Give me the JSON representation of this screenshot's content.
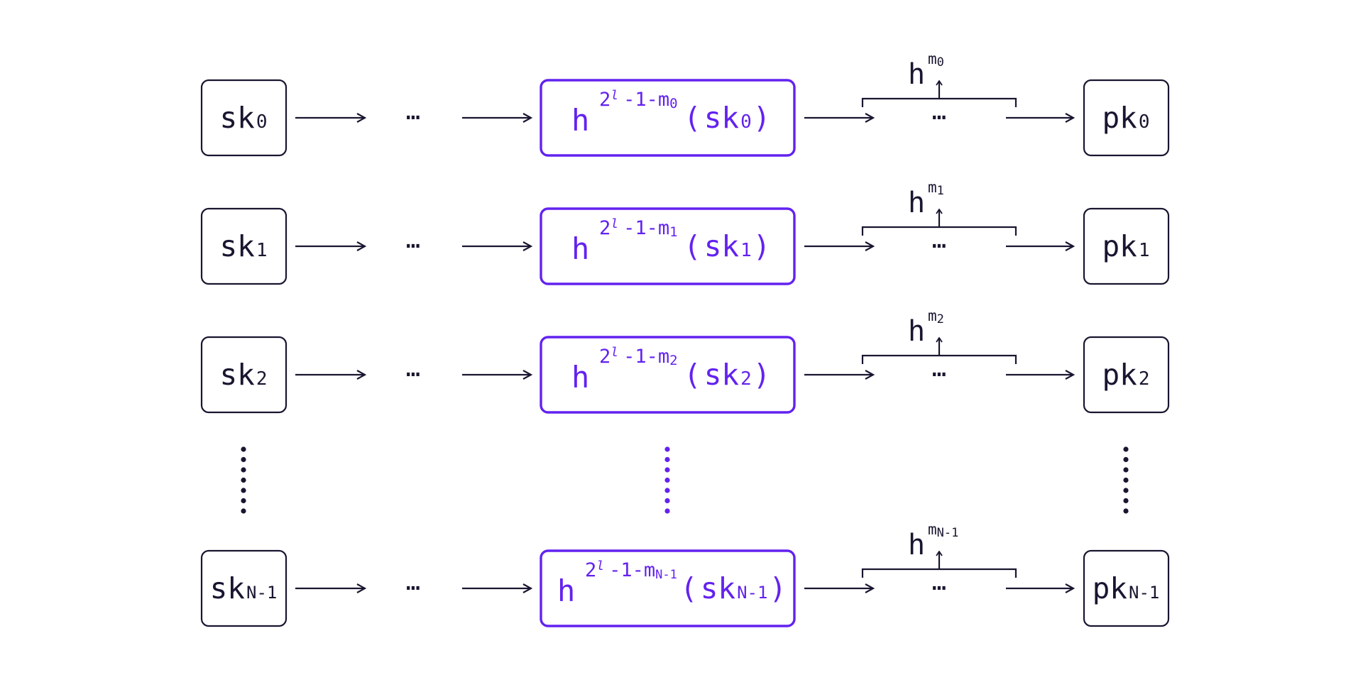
{
  "colors": {
    "ink": "#1a1530",
    "accent": "#6322f0",
    "background": "#ffffff"
  },
  "symbols": {
    "hash": "h",
    "ellipsis": "⋯",
    "open_paren": "(",
    "close_paren": ")"
  },
  "rows": [
    {
      "sk_base": "sk",
      "sk_sub": "0",
      "exp_base": "2",
      "exp_sup": "l",
      "exp_rest": "-1-m",
      "exp_m_sub": "0",
      "arg_base": "sk",
      "arg_sub": "0",
      "bracket_sup_base": "m",
      "bracket_sup_sub": "0",
      "pk_base": "pk",
      "pk_sub": "0"
    },
    {
      "sk_base": "sk",
      "sk_sub": "1",
      "exp_base": "2",
      "exp_sup": "l",
      "exp_rest": "-1-m",
      "exp_m_sub": "1",
      "arg_base": "sk",
      "arg_sub": "1",
      "bracket_sup_base": "m",
      "bracket_sup_sub": "1",
      "pk_base": "pk",
      "pk_sub": "1"
    },
    {
      "sk_base": "sk",
      "sk_sub": "2",
      "exp_base": "2",
      "exp_sup": "l",
      "exp_rest": "-1-m",
      "exp_m_sub": "2",
      "arg_base": "sk",
      "arg_sub": "2",
      "bracket_sup_base": "m",
      "bracket_sup_sub": "2",
      "pk_base": "pk",
      "pk_sub": "2"
    },
    {
      "sk_base": "sk",
      "sk_sub": "N-1",
      "exp_base": "2",
      "exp_sup": "l",
      "exp_rest": "-1-m",
      "exp_m_sub": "N-1",
      "arg_base": "sk",
      "arg_sub": "N-1",
      "bracket_sup_base": "m",
      "bracket_sup_sub": "N-1",
      "pk_base": "pk",
      "pk_sub": "N-1"
    }
  ]
}
